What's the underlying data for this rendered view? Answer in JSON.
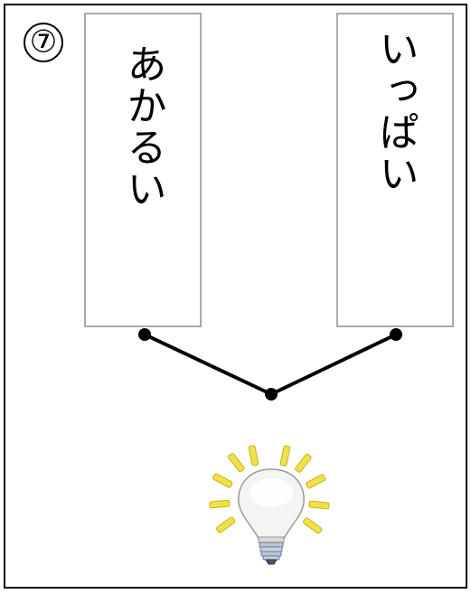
{
  "number_badge": "⑦",
  "left_card": {
    "text": "あかるい"
  },
  "right_card": {
    "text": "いっぱい"
  },
  "colors": {
    "frame": "#000000",
    "card_border": "#aaaaaa",
    "connector": "#000000",
    "bulb_rays": "#f0e04a",
    "bulb_glass": "#f4f4f4",
    "bulb_base": "#b9c4d6"
  },
  "icons": {
    "connector": "junction-connector",
    "bulb": "light-bulb-icon"
  }
}
